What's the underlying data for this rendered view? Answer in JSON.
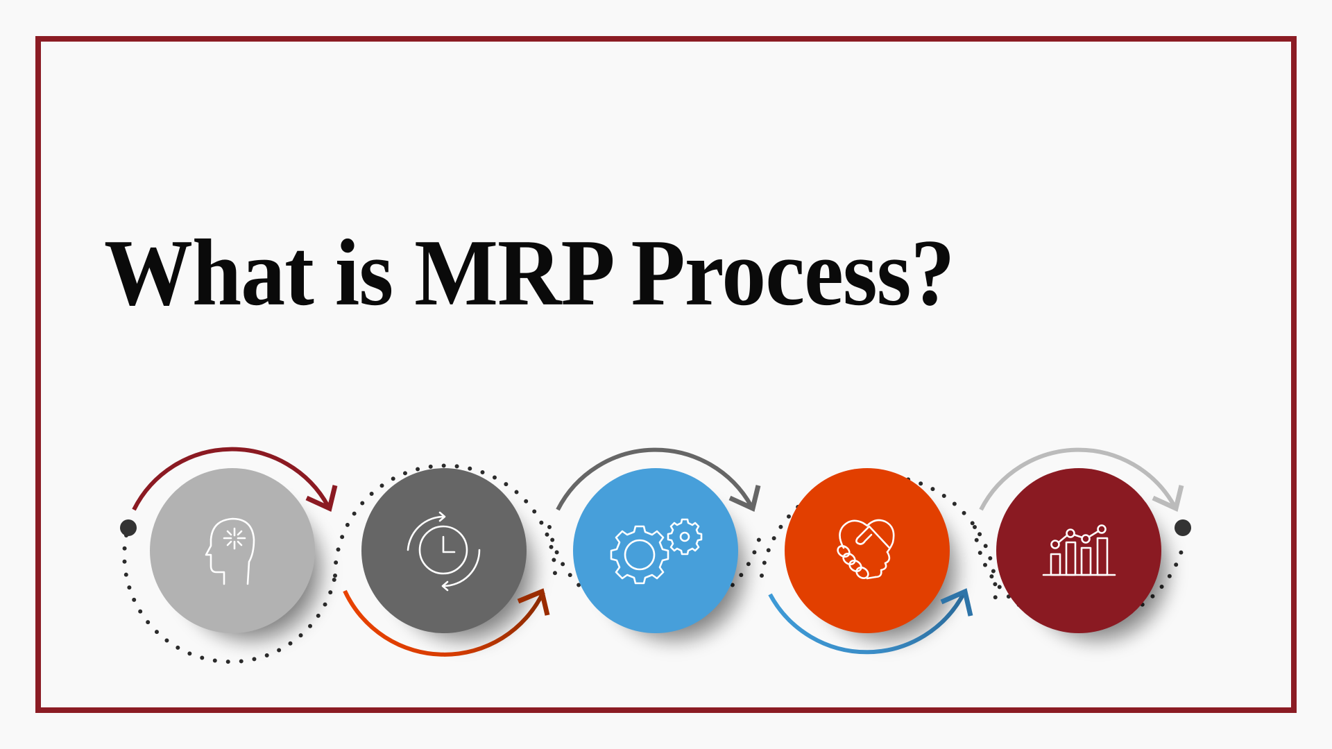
{
  "title": "What is MRP Process?",
  "colors": {
    "background": "#f9f9f9",
    "frame": "#8b1c24",
    "title_text": "#0a0a0a",
    "dots": "#2b2b2b",
    "endpoint": "#333333"
  },
  "process": {
    "steps": [
      {
        "index": 1,
        "icon": "head-idea-icon",
        "fill": "#b2b2b2",
        "arrow": "top-arc-arrow",
        "arrow_color": "#8b1a22"
      },
      {
        "index": 2,
        "icon": "clock-cycle-icon",
        "fill": "#666666",
        "arrow": "bottom-arc-arrow",
        "arrow_color": "#e23f00"
      },
      {
        "index": 3,
        "icon": "gears-icon",
        "fill": "#479fda",
        "arrow": "top-arc-arrow",
        "arrow_color": "#666666"
      },
      {
        "index": 4,
        "icon": "handshake-heart-icon",
        "fill": "#e23f00",
        "arrow": "bottom-arc-arrow",
        "arrow_color": "#3e9ad6"
      },
      {
        "index": 5,
        "icon": "bar-line-chart-icon",
        "fill": "#8a1a22",
        "arrow": "top-arc-arrow",
        "arrow_color": "#bbbbbb"
      }
    ],
    "start_marker": "start-dot",
    "end_marker": "end-dot"
  }
}
